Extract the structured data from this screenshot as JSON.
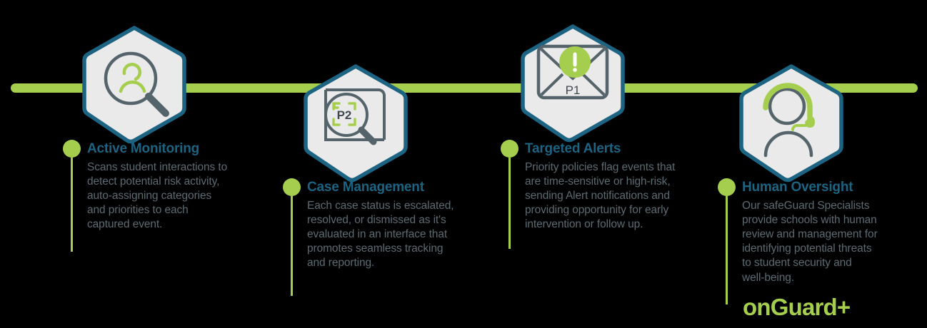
{
  "theme": {
    "background": "#000000",
    "accent_green": "#a6ce4e",
    "accent_teal": "#1d6382",
    "heading_color": "#1d6382",
    "body_text_color": "#5d6b72",
    "badge_fill": "#eaeaea",
    "badge_stroke": "#1d6382",
    "icon_stroke": "#55646b"
  },
  "connector": {
    "name": "timeline-connector-line",
    "color": "#a6ce4e"
  },
  "steps": [
    {
      "id": "active-monitoring",
      "icon": "person-magnifier-icon",
      "icon_label": "",
      "title": "Active Monitoring",
      "body": "Scans student interactions to\ndetect potential risk activity,\nauto-assigning categories\nand priorities to each\ncaptured event."
    },
    {
      "id": "case-management",
      "icon": "monitor-magnifier-p2-icon",
      "icon_label": "P2",
      "title": "Case Management",
      "body": "Each case status is escalated,\nresolved, or dismissed as it's\nevaluated in an interface that\npromotes seamless tracking\nand reporting."
    },
    {
      "id": "targeted-alerts",
      "icon": "envelope-alert-p1-icon",
      "icon_label": "P1",
      "title": "Targeted Alerts",
      "body": "Priority policies flag events that\nare time-sensitive or high-risk,\nsending Alert notifications and\nproviding opportunity for early\nintervention or follow up."
    },
    {
      "id": "human-oversight",
      "icon": "person-headset-icon",
      "icon_label": "",
      "title": "Human Oversight",
      "body": "Our safeGuard Specialists\nprovide schools with human\nreview and management for\nidentifying potential threats\nto student security and\nwell-being."
    }
  ],
  "logo": {
    "text": "onGuard+",
    "color": "#a6ce4e"
  }
}
